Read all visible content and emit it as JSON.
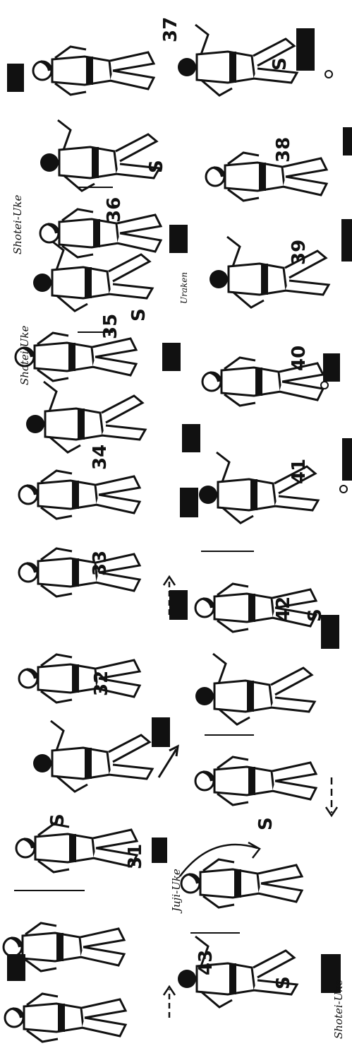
{
  "sheet": {
    "ink": "#111111",
    "paper": "#ffffff",
    "notes": {
      "shotei_uke_a": "Shotei-Uke",
      "shotei_uke_b": "Shotei-Uke",
      "shotei_uke_c": "Shotei-Uke",
      "juji_uke": "Juji-Uke",
      "uraken": "Uraken"
    },
    "markers": {
      "s": "S",
      "arrow": "→"
    },
    "step_numbers": {
      "n31": "31",
      "n32": "32",
      "n33": "33",
      "n34": "34",
      "n35": "35",
      "n36": "36",
      "n37": "37",
      "n38": "38",
      "n39": "39",
      "n40": "40",
      "n41": "41",
      "n42": "42",
      "n43": "43"
    }
  }
}
